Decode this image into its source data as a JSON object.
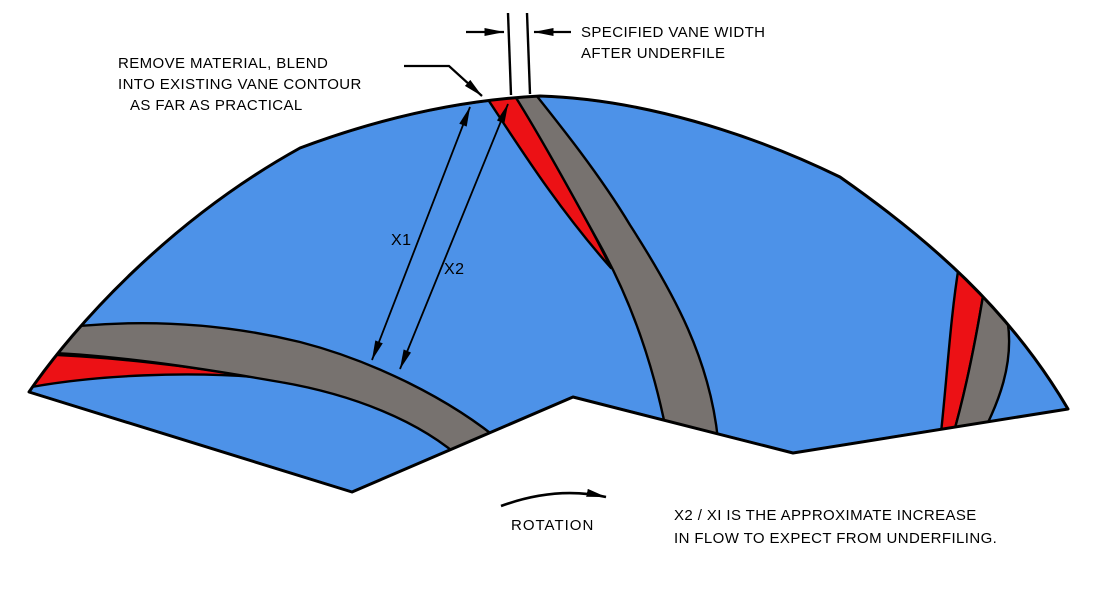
{
  "diagram": {
    "description": "Impeller vane underfiling diagram",
    "colors": {
      "body_blue": "#4D92E8",
      "vane_gray": "#77726F",
      "underfile_red": "#EC1115",
      "line_black": "#000000",
      "background": "#FFFFFF"
    },
    "callouts": {
      "remove_material": {
        "lines": [
          "REMOVE MATERIAL, BLEND",
          "INTO EXISTING VANE CONTOUR",
          "AS FAR AS PRACTICAL"
        ]
      },
      "vane_width": {
        "lines": [
          "SPECIFIED VANE WIDTH",
          "AFTER UNDERFILE"
        ]
      },
      "flow_note": {
        "lines": [
          "X2 / XI IS THE APPROXIMATE INCREASE",
          "IN FLOW TO EXPECT FROM UNDERFILING."
        ]
      },
      "rotation": "ROTATION",
      "dim_x1": "X1",
      "dim_x2": "X2"
    }
  }
}
